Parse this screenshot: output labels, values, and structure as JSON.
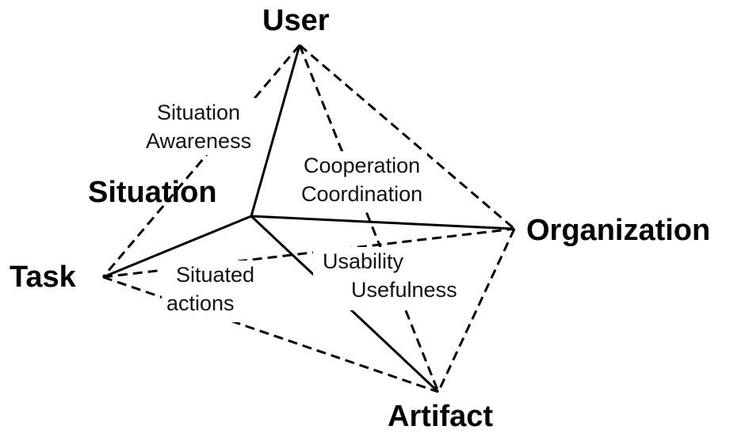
{
  "nodes": {
    "user": "User",
    "situation": "Situation",
    "task": "Task",
    "organization": "Organization",
    "artifact": "Artifact"
  },
  "relations": {
    "situation_awareness": [
      "Situation",
      "Awareness"
    ],
    "cooperation_coordination": [
      "Cooperation",
      "Coordination"
    ],
    "situated_actions": [
      "Situated",
      "actions"
    ],
    "usability_usefulness": [
      "Usability",
      "Usefulness"
    ]
  },
  "colors": {
    "line": "#000000",
    "background": "#ffffff"
  }
}
